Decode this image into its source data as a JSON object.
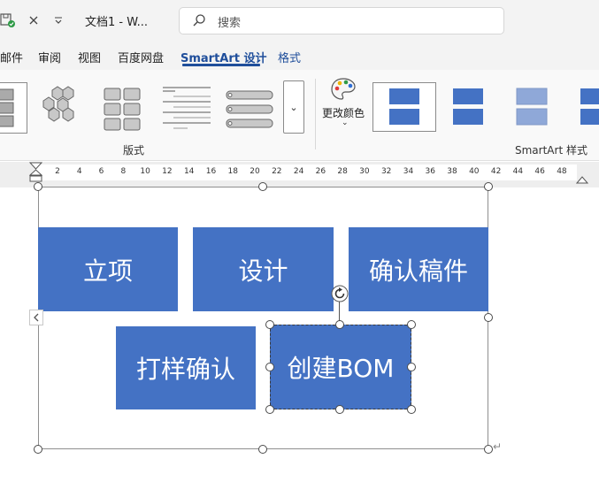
{
  "titlebar": {
    "doc_title": "文档1  -  W...",
    "search_placeholder": "搜索"
  },
  "tabs": [
    "邮件",
    "审阅",
    "视图",
    "百度网盘",
    "SmartArt 设计",
    "格式"
  ],
  "ribbon": {
    "layout_group_label": "版式",
    "more_button_glyph": "⌄",
    "change_colors_label": "更改颜色",
    "change_colors_caret": "⌄",
    "styles_group_label": "SmartArt 样式"
  },
  "ruler": {
    "ticks": [
      "2",
      "4",
      "6",
      "8",
      "10",
      "12",
      "14",
      "16",
      "18",
      "20",
      "22",
      "24",
      "26",
      "28",
      "30",
      "32",
      "34",
      "36",
      "38",
      "40",
      "42",
      "44",
      "46",
      "48"
    ]
  },
  "smartart": {
    "shapes": [
      "立项",
      "设计",
      "确认稿件",
      "打样确认",
      "创建BOM"
    ],
    "fill_color": "#4472c4",
    "text_color": "#ffffff"
  },
  "colors": {
    "accent": "#1f4e9b",
    "shape_blue": "#4472c4",
    "light_blue": "#8fa8d8"
  }
}
